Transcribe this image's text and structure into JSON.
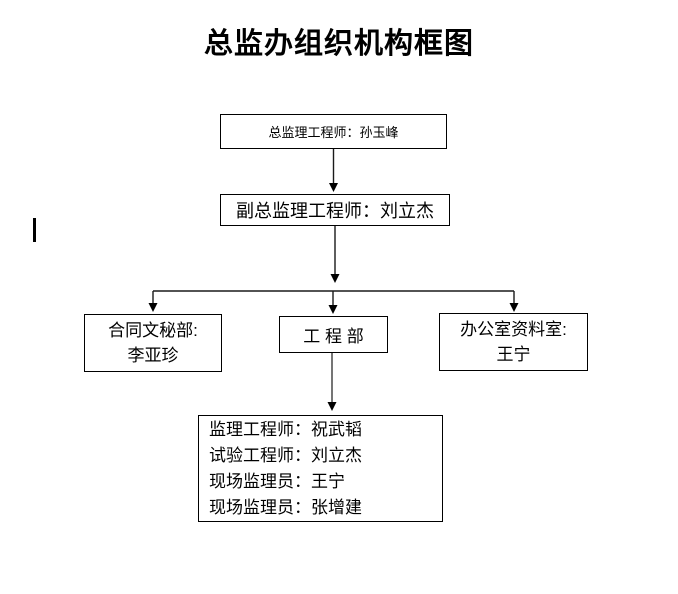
{
  "page_title": "总监办组织机构框图",
  "org_chart": {
    "chief": {
      "label": "总监理工程师：孙玉峰"
    },
    "deputy": {
      "label": "副总监理工程师：刘立杰"
    },
    "departments": {
      "contract_secretary": {
        "name": "合同文秘部:",
        "person": "李亚珍"
      },
      "engineering": {
        "name": "工 程 部"
      },
      "office_archive": {
        "name": "办公室资料室:",
        "person": "王宁"
      }
    },
    "engineering_staff": {
      "lines": [
        "监理工程师：祝武韬",
        "试验工程师：刘立杰",
        "现场监理员：王宁",
        "现场监理员：张增建"
      ]
    }
  },
  "colors": {
    "background": "#ffffff",
    "text": "#000000",
    "line": "#000000"
  }
}
